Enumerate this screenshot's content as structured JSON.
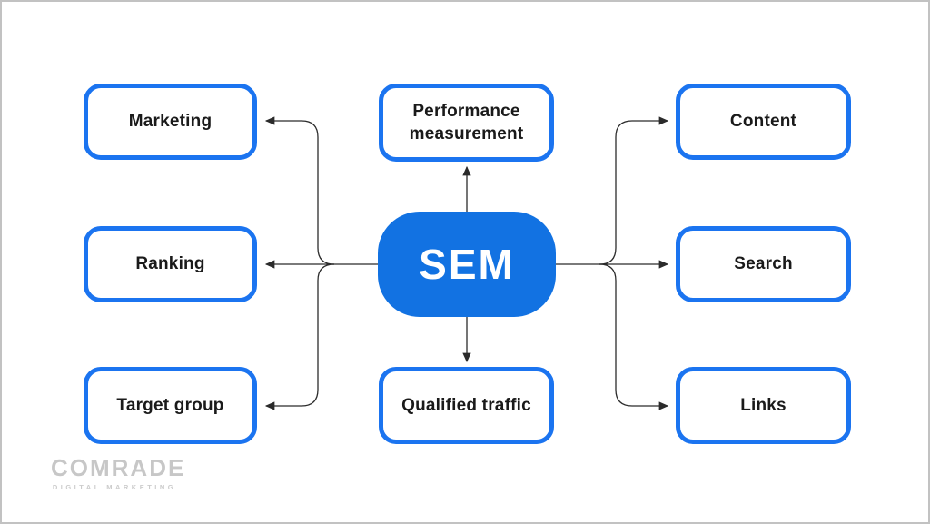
{
  "diagram": {
    "center": {
      "label": "SEM"
    },
    "left_nodes": [
      {
        "id": "marketing",
        "label": "Marketing"
      },
      {
        "id": "ranking",
        "label": "Ranking"
      },
      {
        "id": "target-group",
        "label": "Target group"
      }
    ],
    "top_node": {
      "label": "Performance measurement"
    },
    "bottom_node": {
      "label": "Qualified traffic"
    },
    "right_nodes": [
      {
        "id": "content",
        "label": "Content"
      },
      {
        "id": "search",
        "label": "Search"
      },
      {
        "id": "links",
        "label": "Links"
      }
    ]
  },
  "branding": {
    "logo_text": "COMRADE",
    "logo_tagline": "DIGITAL MARKETING"
  },
  "colors": {
    "node_border_blue": "#1b74f0",
    "center_fill_blue": "#1272e2",
    "connector_line": "#2b2b2b",
    "node_text": "#1a1a1a",
    "logo_gray": "#c7c7c7",
    "frame_border": "#c2c2c2",
    "background": "#ffffff"
  }
}
